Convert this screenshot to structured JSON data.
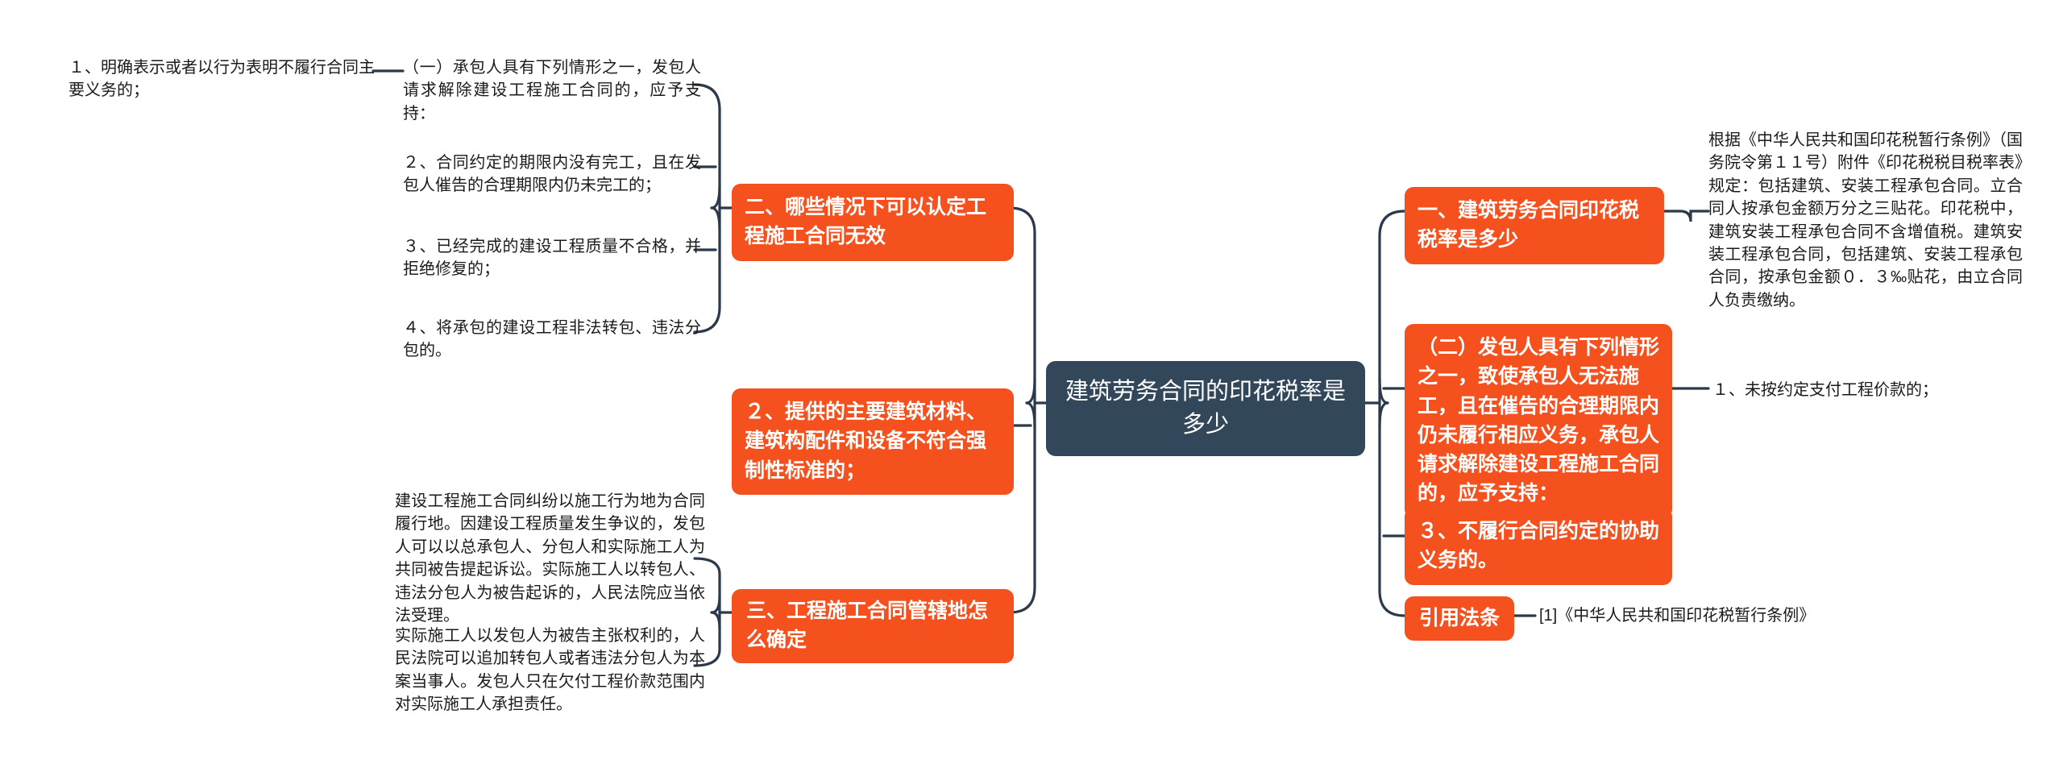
{
  "colors": {
    "accent": "#f4511e",
    "root_bg": "#33475b",
    "connector": "#2b3a4a",
    "text": "#1a1a1a",
    "background": "#ffffff"
  },
  "root": {
    "label": "建筑劳务合同的印花税率是多少"
  },
  "right_branches": [
    {
      "id": "r1",
      "label": "一、建筑劳务合同印花税税率是多少",
      "children": [
        {
          "id": "r1c1",
          "label": "根据《中华人民共和国印花税暂行条例》（国务院令第１１号）附件《印花税税目税率表》规定：包括建筑、安装工程承包合同。立合同人按承包金额万分之三贴花。印花税中，建筑安装工程承包合同不含增值税。建筑安装工程承包合同，包括建筑、安装工程承包合同，按承包金额０．３‰贴花，由立合同人负责缴纳。"
        }
      ]
    },
    {
      "id": "r2",
      "label": "（二）发包人具有下列情形之一，致使承包人无法施工，且在催告的合理期限内仍未履行相应义务，承包人请求解除建设工程施工合同的，应予支持：",
      "children": [
        {
          "id": "r2c1",
          "label": "１、未按约定支付工程价款的；"
        }
      ]
    },
    {
      "id": "r3",
      "label": "３、不履行合同约定的协助义务的。",
      "children": []
    },
    {
      "id": "r4",
      "label": "引用法条",
      "children": [
        {
          "id": "r4c1",
          "label": "[1]《中华人民共和国印花税暂行条例》"
        }
      ]
    }
  ],
  "left_branches": [
    {
      "id": "l1",
      "label": "二、哪些情况下可以认定工程施工合同无效",
      "children": [
        {
          "id": "l1c1",
          "label": "（一）承包人具有下列情形之一，发包人请求解除建设工程施工合同的，应予支持：",
          "children": [
            {
              "id": "l1c1g1",
              "label": "１、明确表示或者以行为表明不履行合同主要义务的；"
            }
          ]
        },
        {
          "id": "l1c2",
          "label": "２、合同约定的期限内没有完工，且在发包人催告的合理期限内仍未完工的；",
          "children": []
        },
        {
          "id": "l1c3",
          "label": "３、已经完成的建设工程质量不合格，并拒绝修复的；",
          "children": []
        },
        {
          "id": "l1c4",
          "label": "４、将承包的建设工程非法转包、违法分包的。",
          "children": []
        }
      ]
    },
    {
      "id": "l2",
      "label": "２、提供的主要建筑材料、建筑构配件和设备不符合强制性标准的；",
      "children": []
    },
    {
      "id": "l3",
      "label": "三、工程施工合同管辖地怎么确定",
      "children": [
        {
          "id": "l3c1",
          "label": "建设工程施工合同纠纷以施工行为地为合同履行地。因建设工程质量发生争议的，发包人可以以总承包人、分包人和实际施工人为共同被告提起诉讼。实际施工人以转包人、违法分包人为被告起诉的，人民法院应当依法受理。",
          "children": []
        },
        {
          "id": "l3c2",
          "label": "实际施工人以发包人为被告主张权利的，人民法院可以追加转包人或者违法分包人为本案当事人。发包人只在欠付工程价款范围内对实际施工人承担责任。",
          "children": []
        }
      ]
    }
  ]
}
